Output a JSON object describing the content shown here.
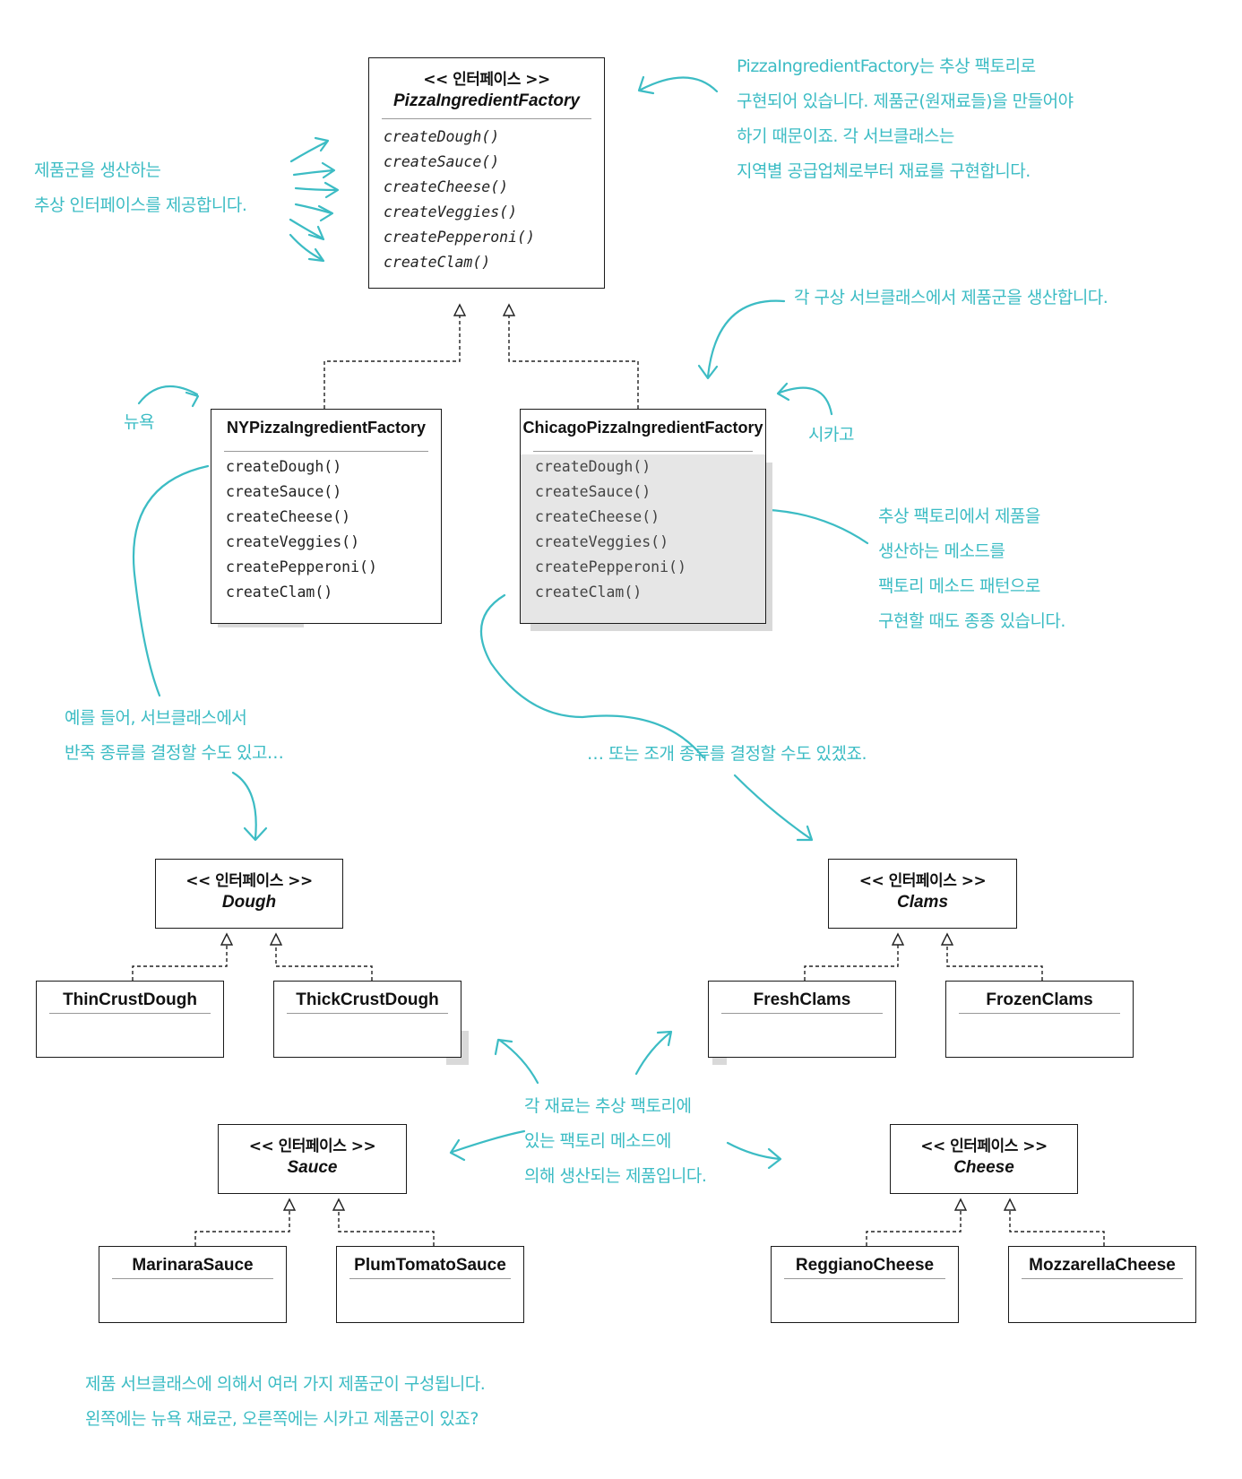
{
  "pizza_factory": {
    "stereotype": "<< 인터페이스 >>",
    "name": "PizzaIngredientFactory",
    "methods": [
      "createDough()",
      "createSauce()",
      "createCheese()",
      "createVeggies()",
      "createPepperoni()",
      "createClam()"
    ]
  },
  "ny_factory": {
    "name": "NYPizzaIngredientFactory",
    "methods": [
      "createDough()",
      "createSauce()",
      "createCheese()",
      "createVeggies()",
      "createPepperoni()",
      "createClam()"
    ]
  },
  "chicago_factory": {
    "name": "ChicagoPizzaIngredientFactory",
    "methods": [
      "createDough()",
      "createSauce()",
      "createCheese()",
      "createVeggies()",
      "createPepperoni()",
      "createClam()"
    ]
  },
  "dough": {
    "stereotype": "<< 인터페이스 >>",
    "name": "Dough"
  },
  "clams": {
    "stereotype": "<< 인터페이스 >>",
    "name": "Clams"
  },
  "sauce": {
    "stereotype": "<< 인터페이스 >>",
    "name": "Sauce"
  },
  "cheese": {
    "stereotype": "<< 인터페이스 >>",
    "name": "Cheese"
  },
  "products": {
    "thin_crust": "ThinCrustDough",
    "thick_crust": "ThickCrustDough",
    "fresh_clams": "FreshClams",
    "frozen_clams": "FrozenClams",
    "marinara": "MarinaraSauce",
    "plum_tomato": "PlumTomatoSauce",
    "reggiano": "ReggianoCheese",
    "mozzarella": "MozzarellaCheese"
  },
  "notes": {
    "top_right": [
      "PizzaIngredientFactory는 추상 팩토리로",
      "구현되어 있습니다. 제품군(원재료들)을 만들어야",
      "하기 때문이죠. 각 서브클래스는",
      "지역별 공급업체로부터 재료를 구현합니다."
    ],
    "left": [
      "제품군을 생산하는",
      "추상 인터페이스를 제공합니다."
    ],
    "concrete": "각 구상 서브클래스에서 제품군을 생산합니다.",
    "ny": "뉴욕",
    "chicago": "시카고",
    "factory_method": [
      "추상 팩토리에서 제품을",
      "생산하는 메소드를",
      "팩토리 메소드 패턴으로",
      "구현할 때도 종종 있습니다."
    ],
    "dough_note": [
      "예를 들어, 서브클래스에서",
      "반죽 종류를 결정할 수도 있고…"
    ],
    "clam_note": "… 또는 조개 종류를 결정할 수도 있겠죠.",
    "product_note": [
      "각 재료는 추상 팩토리에",
      "있는 팩토리 메소드에",
      "의해 생산되는 제품입니다."
    ],
    "bottom": [
      "제품 서브클래스에 의해서 여러 가지 제품군이 구성됩니다.",
      "왼쪽에는 뉴욕 재료군, 오른쪽에는 시카고 제품군이 있죠?"
    ]
  },
  "colors": {
    "accent": "#3cbcc4",
    "line": "#1a1a1a",
    "shade": "#e6e6e6"
  }
}
